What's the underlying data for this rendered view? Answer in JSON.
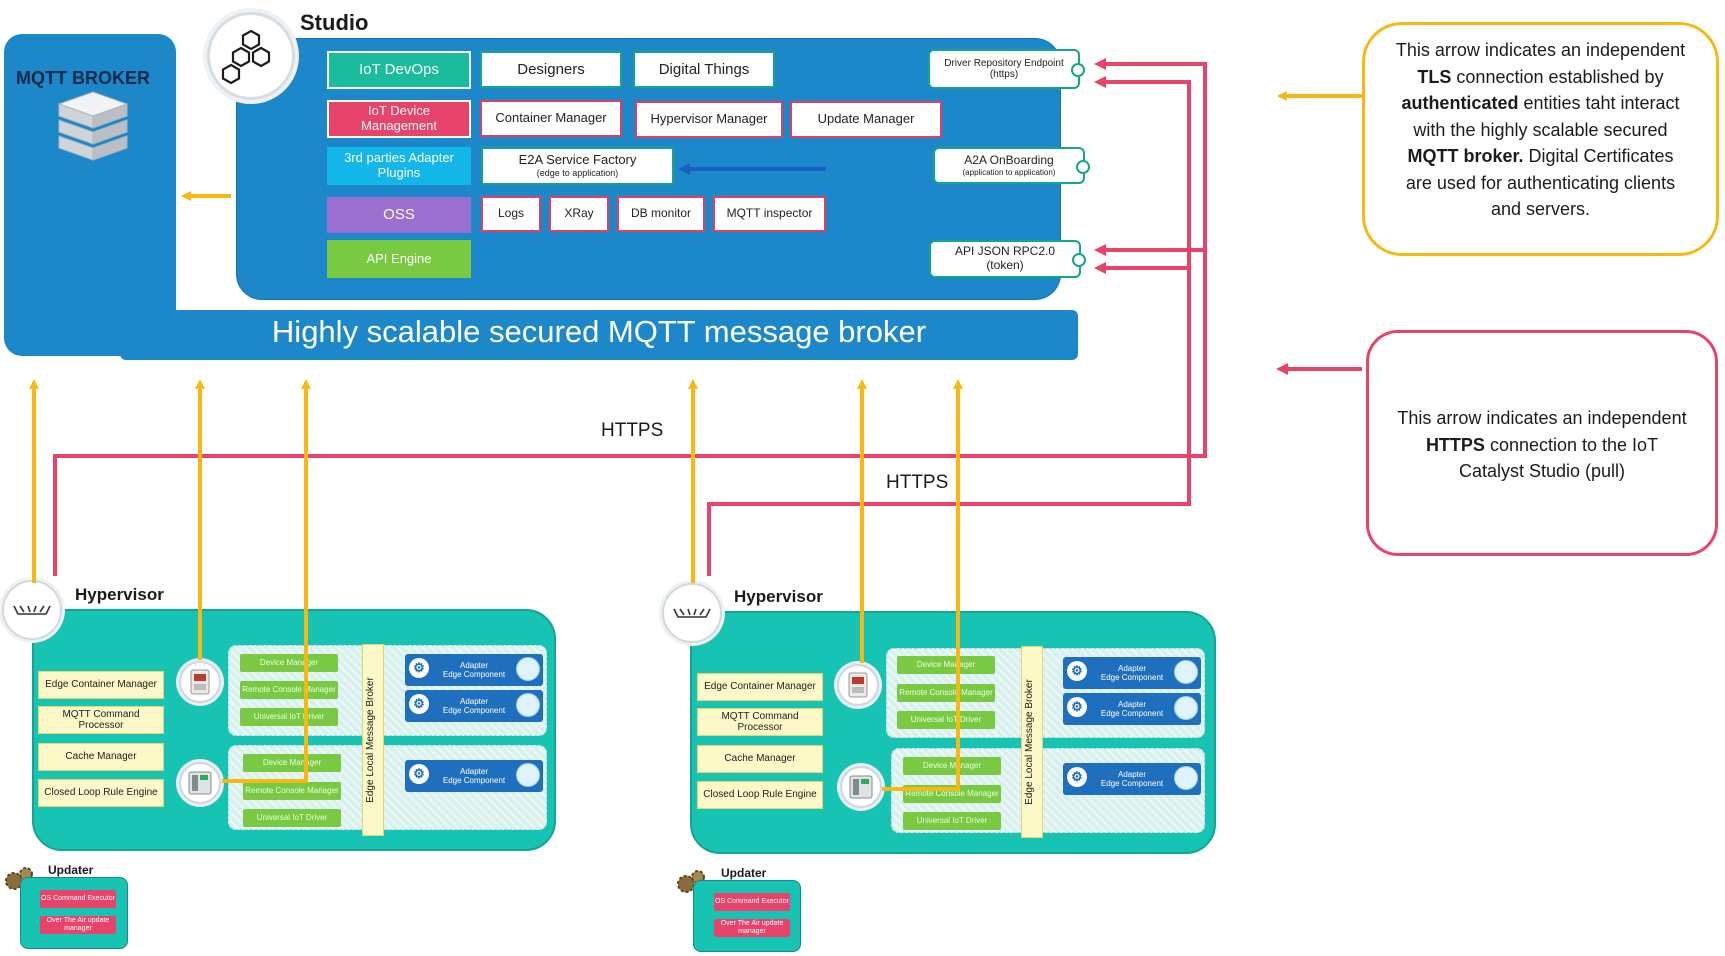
{
  "mqtt_broker": {
    "title": "MQTT BROKER",
    "banner": "Highly scalable secured MQTT message broker"
  },
  "studio": {
    "title": "Studio",
    "left_modules": [
      "IoT DevOps",
      "IoT Device Management",
      "3rd parties Adapter Plugins",
      "OSS",
      "API Engine"
    ],
    "row1": [
      "Designers",
      "Digital Things"
    ],
    "row2": [
      "Container Manager",
      "Hypervisor Manager",
      "Update Manager"
    ],
    "e2a": {
      "title": "E2A Service Factory",
      "sub": "(edge to application)"
    },
    "row4": [
      "Logs",
      "XRay",
      "DB monitor",
      "MQTT inspector"
    ],
    "endpoints": {
      "driver_repo": {
        "title": "Driver Repository Endpoint",
        "sub": "(https)"
      },
      "a2a": {
        "title": "A2A OnBoarding",
        "sub": "(application to application)"
      },
      "api_json": {
        "title": "API JSON RPC2.0",
        "sub": "(token)"
      }
    }
  },
  "labels": {
    "https_1": "HTTPS",
    "https_2": "HTTPS"
  },
  "legend": {
    "tls": {
      "p1": "This arrow indicates an independent ",
      "b1": "TLS",
      "p2": " connection established by ",
      "b2": "authenticated",
      "p3": " entities taht interact with the highly scalable secured ",
      "b3": "MQTT broker.",
      "p4": " Digital  Certificates are used for authenticating clients and servers."
    },
    "https": {
      "p1": "This arrow indicates an independent ",
      "b1": "HTTPS",
      "p2": " connection to the IoT Catalyst Studio (pull)"
    }
  },
  "hypervisor": {
    "title": "Hypervisor",
    "services": [
      "Edge Container Manager",
      "MQTT Command Processor",
      "Cache Manager",
      "Closed Loop Rule Engine"
    ],
    "drivers": [
      "Device Manager",
      "Remote Console Manager",
      "Universal IoT Driver"
    ],
    "bus": "Edge Local Message Broker",
    "adapter": {
      "line1": "Adapter",
      "line2": "Edge Component"
    }
  },
  "updater": {
    "title": "Updater",
    "items": [
      "OS Command Executor",
      "Over The Air update manager"
    ]
  },
  "colors": {
    "studio_blue": "#1c87c9",
    "tls_arrow": "#f6b913",
    "https_arrow": "#e8436a",
    "edge_teal": "#17c3b2"
  }
}
